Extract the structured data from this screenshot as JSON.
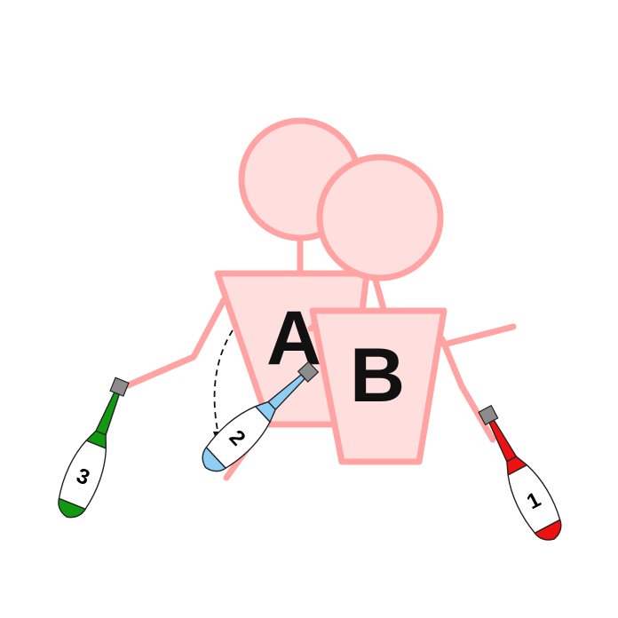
{
  "colors": {
    "body_stroke": "#FFA3A3",
    "body_fill": "#FFDEDE",
    "letter": "#111111",
    "club_outline": "#222222",
    "club_knob": "#8c8c8c",
    "arrow": "#111111"
  },
  "jugglers": [
    {
      "label": "A"
    },
    {
      "label": "B"
    }
  ],
  "clubs": [
    {
      "number": "1",
      "color": "#EE1111",
      "icon": "juggling-club"
    },
    {
      "number": "2",
      "color": "#8ECEF5",
      "icon": "juggling-club"
    },
    {
      "number": "3",
      "color": "#119911",
      "icon": "juggling-club"
    }
  ],
  "throw_arrow": {
    "style": "dashed",
    "icon": "curved-arrow"
  }
}
